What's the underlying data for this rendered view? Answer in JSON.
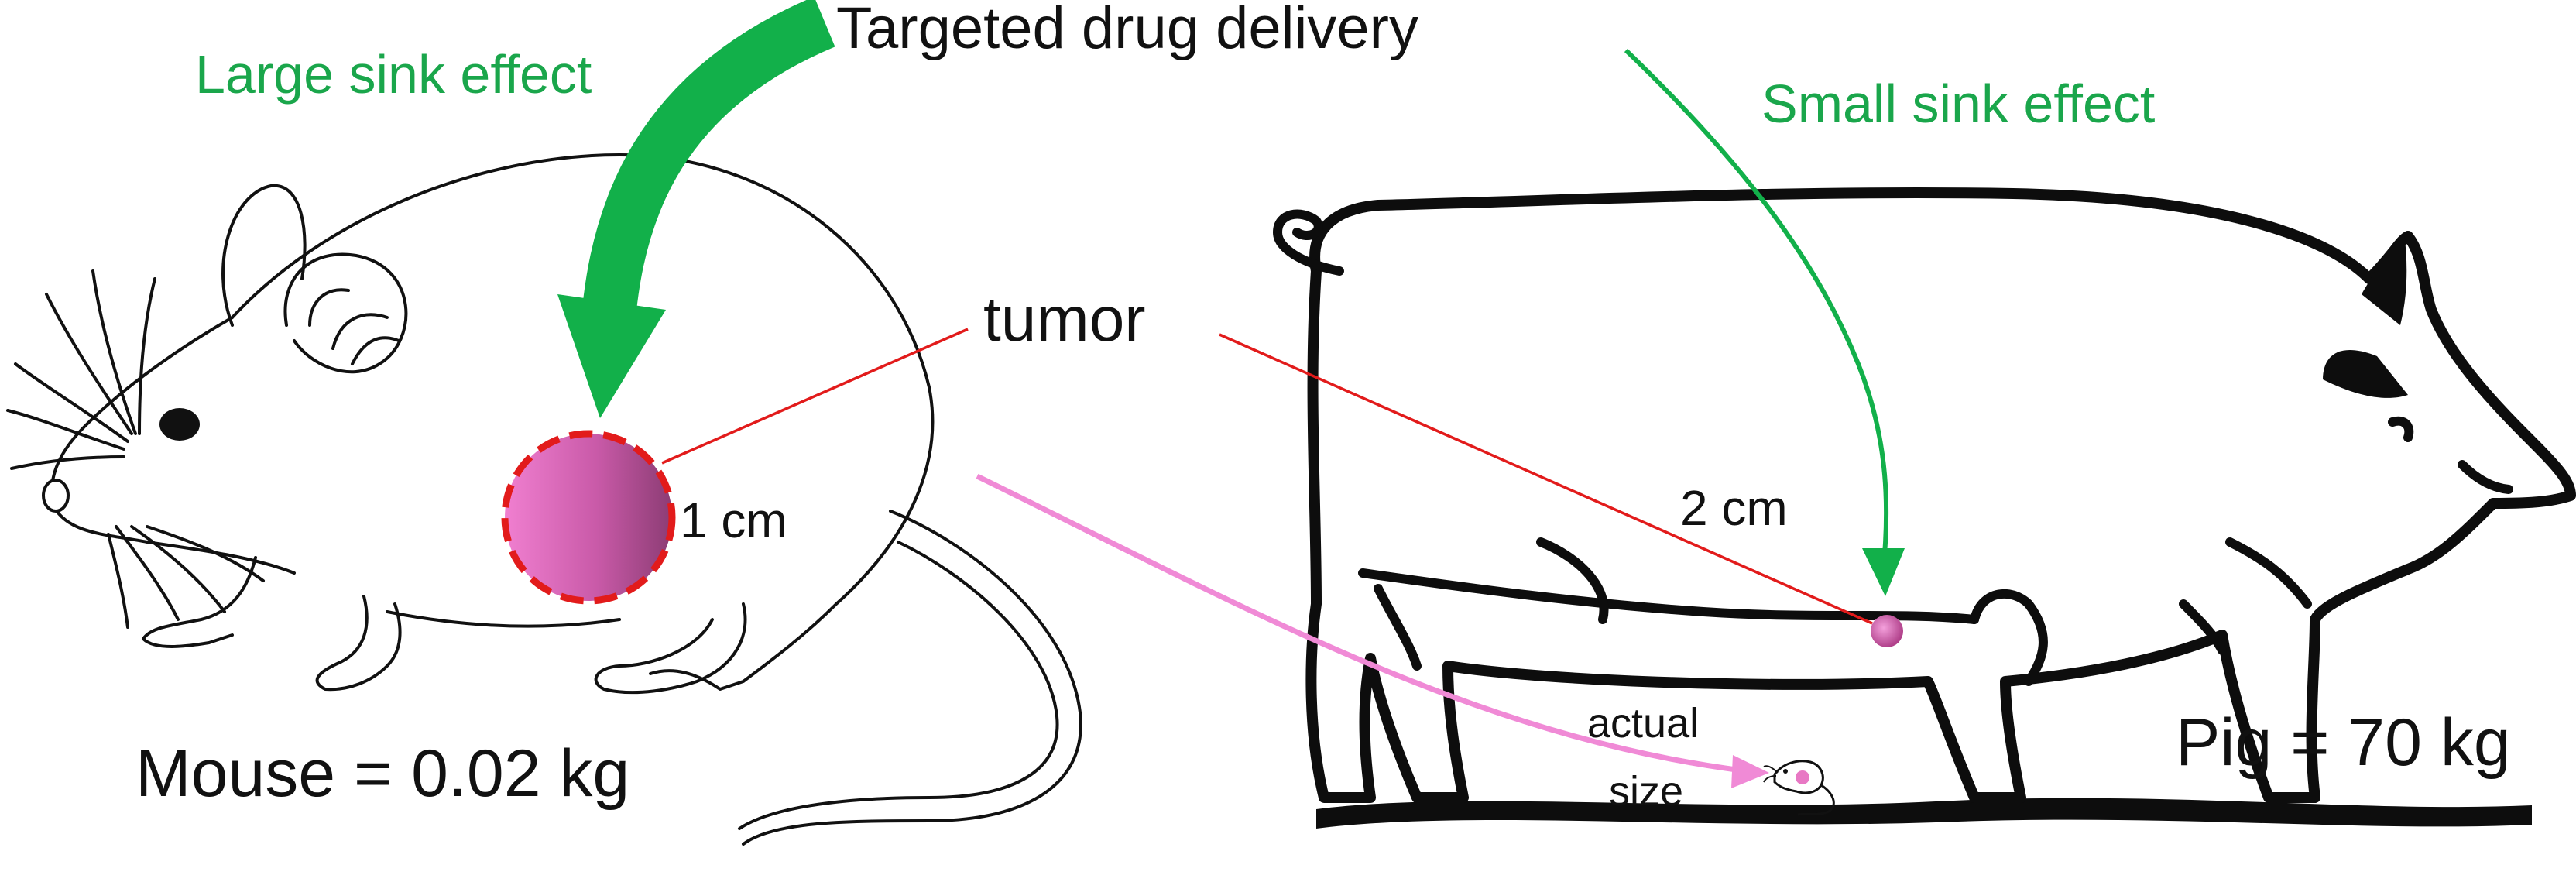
{
  "labels": {
    "title": "Targeted drug delivery",
    "large_sink": "Large sink effect",
    "small_sink": "Small sink effect",
    "tumor": "tumor",
    "mouse_tumor_size": "1 cm",
    "pig_tumor_size": "2 cm",
    "actual_line1": "actual",
    "actual_line2": "size",
    "mouse_mass": "Mouse = 0.02 kg",
    "pig_mass": "Pig = 70 kg"
  },
  "colors": {
    "green_arrow": "#12b04a",
    "green_text": "#1aa64b",
    "tumor_pink_light": "#f07fd0",
    "tumor_pink_dark": "#8c3c74",
    "tumor_dash": "#e21b1b",
    "leader_red": "#e21b1b",
    "size_arrow_pink": "#f08ad6"
  },
  "icons": {
    "mouse": "mouse-outline-illustration",
    "pig": "pig-silhouette-illustration",
    "mini_mouse": "mini-mouse-icon"
  }
}
